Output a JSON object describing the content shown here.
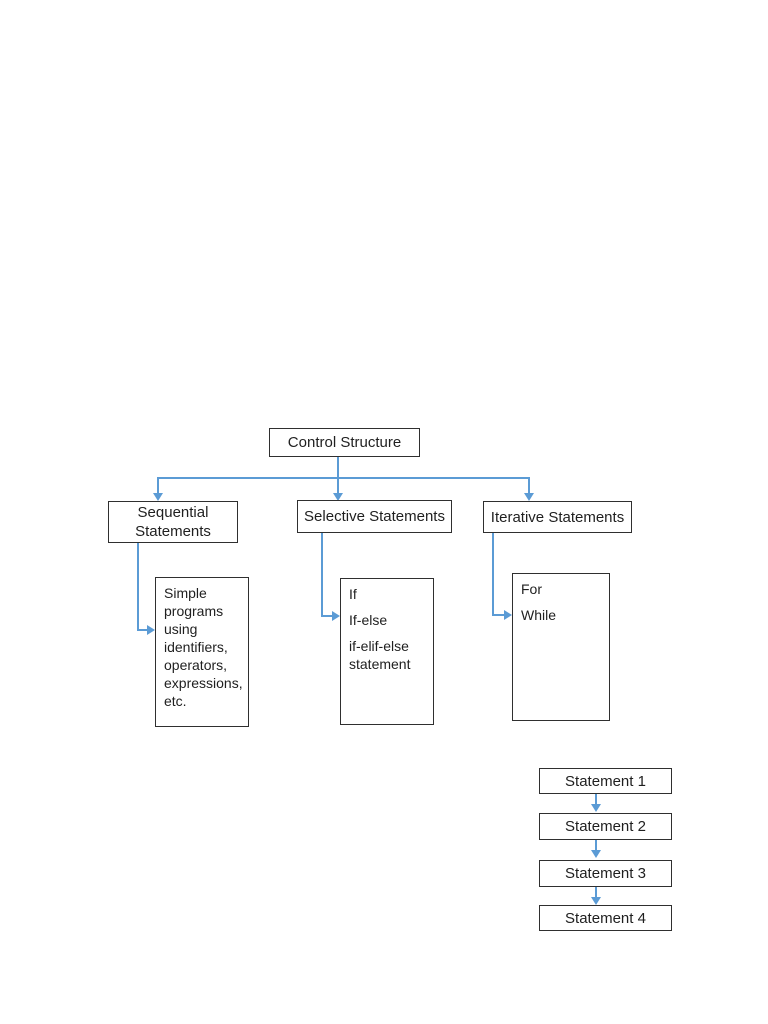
{
  "page": {
    "background": "#ffffff"
  },
  "diagram": {
    "accent_color": "#5B9BD5",
    "border_color": "#2f2f2f",
    "text_color": "#1f1f1f",
    "root": {
      "label": "Control Structure"
    },
    "branches": {
      "sequential": {
        "label_line1": "Sequential",
        "label_line2": "Statements"
      },
      "selective": {
        "label": "Selective Statements"
      },
      "iterative": {
        "label": "Iterative Statements"
      }
    },
    "details": {
      "sequential": {
        "lines": [
          "Simple",
          "programs",
          "using",
          "identifiers,",
          "operators,",
          "expressions,",
          "etc."
        ]
      },
      "selective": {
        "items": [
          "If",
          "If-else",
          "if-elif-else statement"
        ]
      },
      "iterative": {
        "items": [
          "For",
          "While"
        ]
      }
    },
    "sequence": {
      "steps": [
        "Statement 1",
        "Statement 2",
        "Statement 3",
        "Statement 4"
      ]
    }
  }
}
